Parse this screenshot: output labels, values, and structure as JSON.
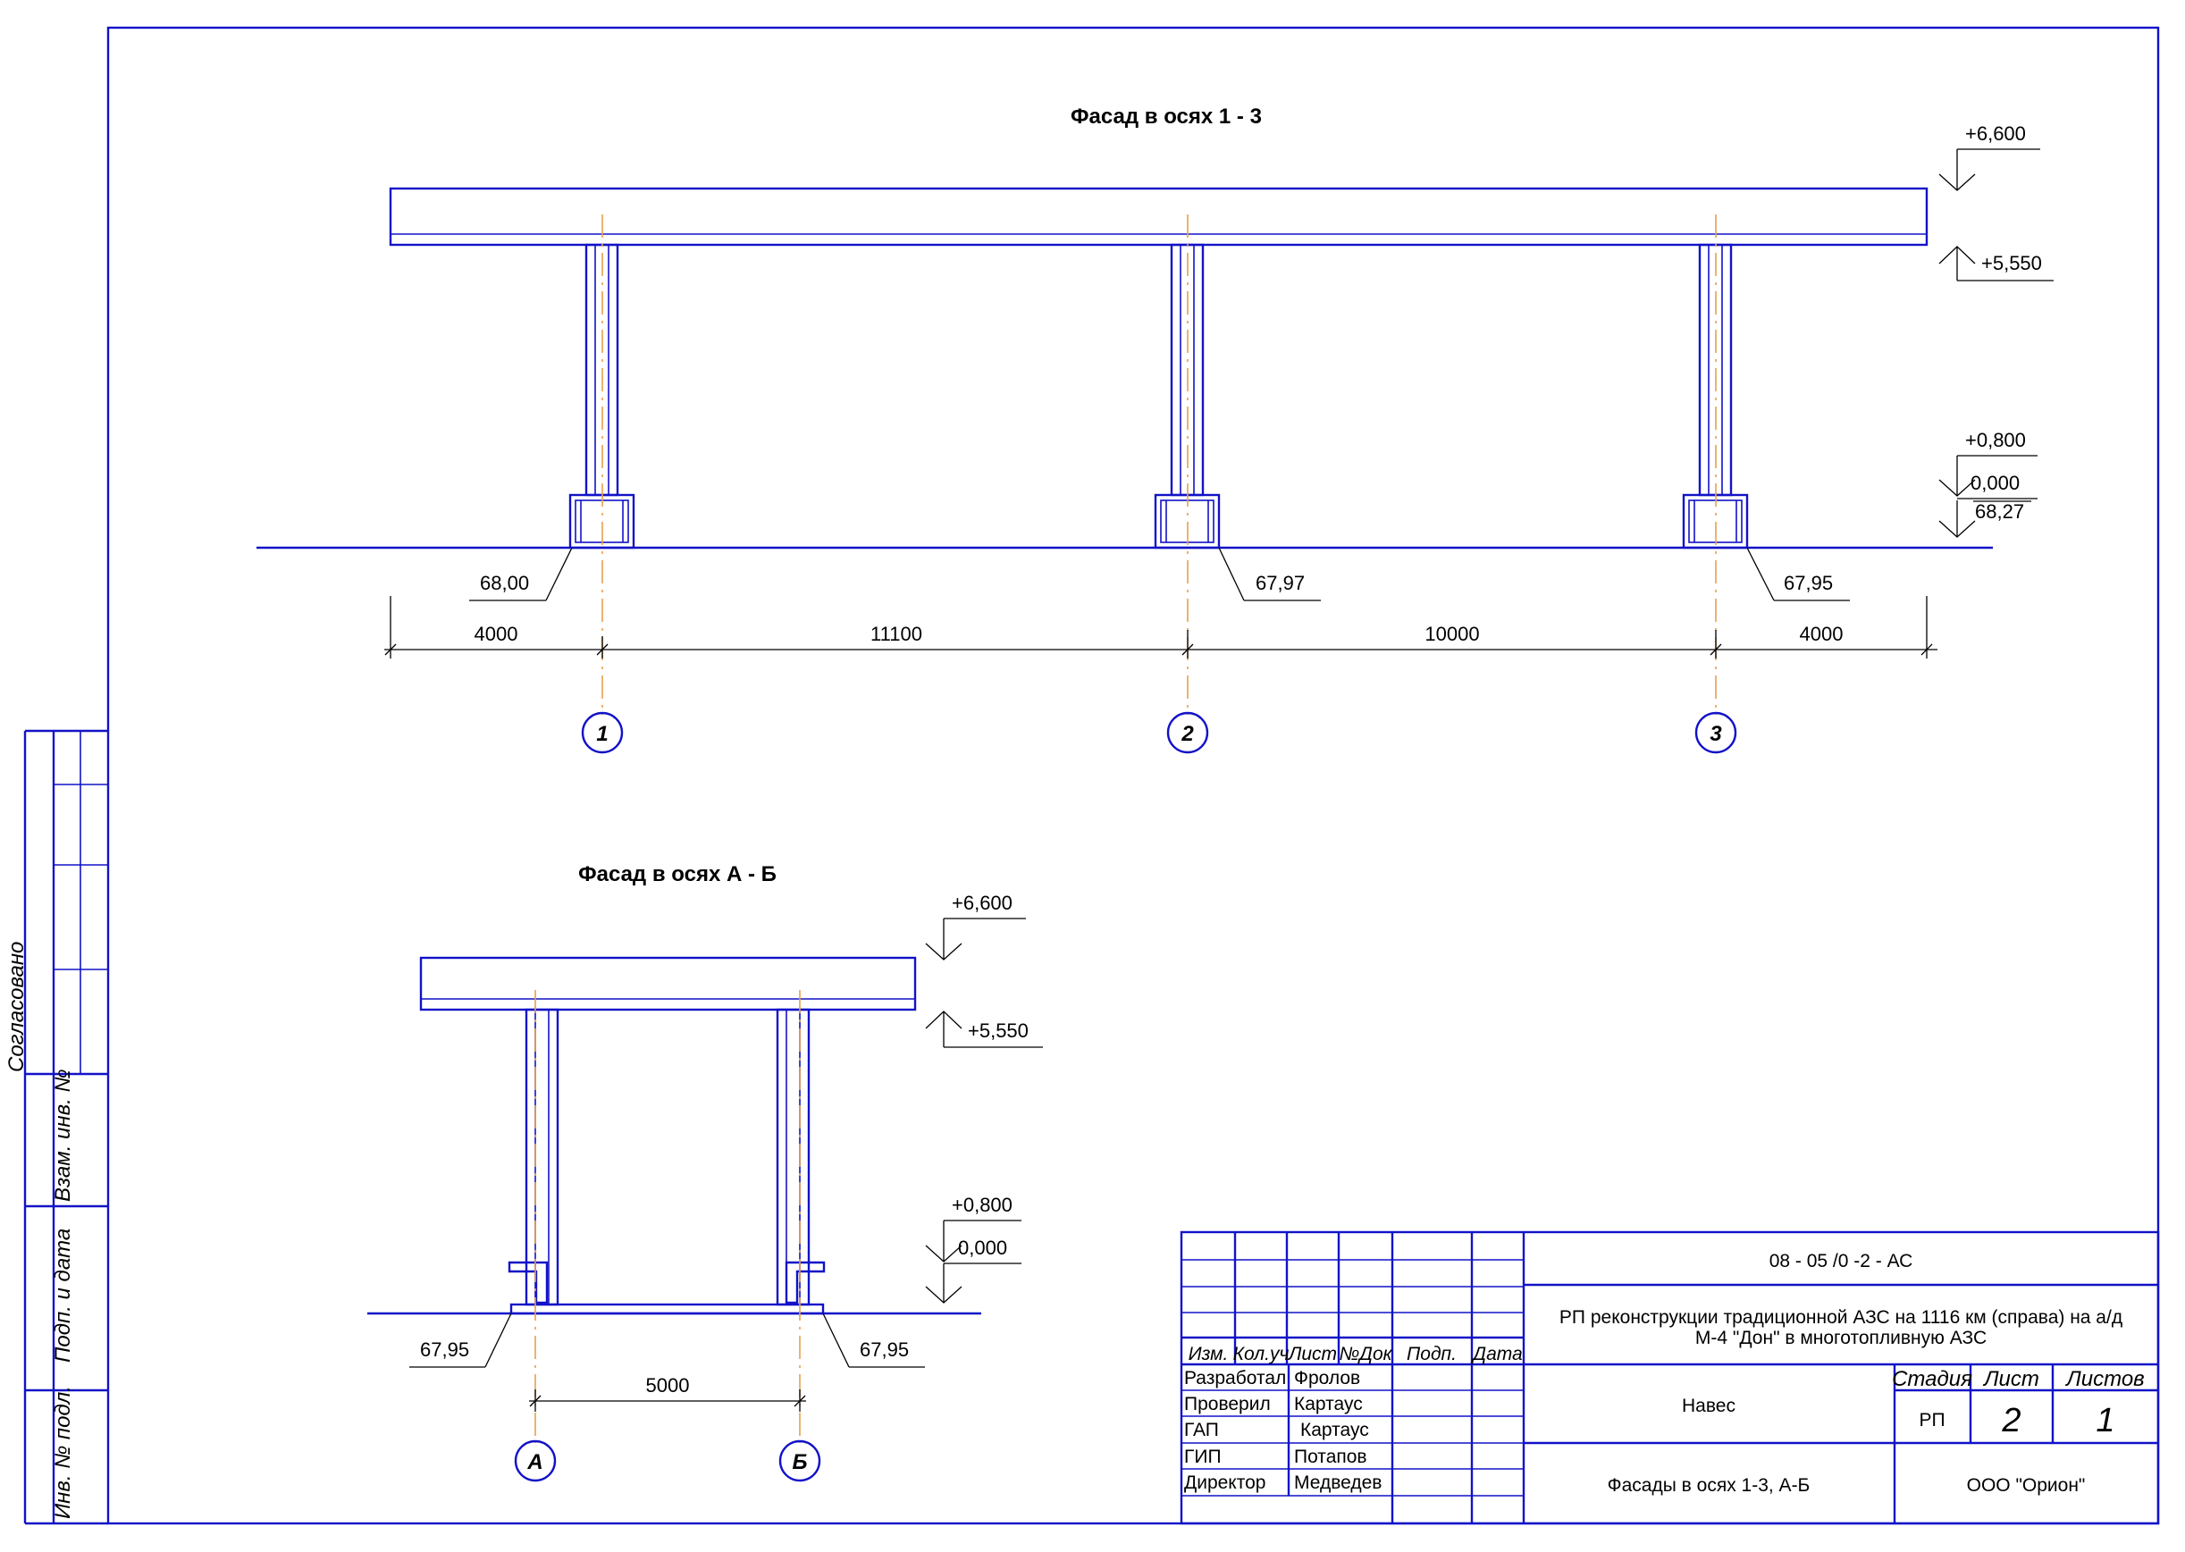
{
  "colors": {
    "lines": "#1212c8",
    "axis": "#e8a050",
    "text": "#000000"
  },
  "facade_1_3": {
    "title": "Фасад в осях 1 - 3",
    "levels": {
      "top": "+6,600",
      "bottom_slab": "+5,550",
      "base": "+0,800",
      "zero": "0,000",
      "ground": "68,27"
    },
    "spot_left": "68,00",
    "spot_mid": "67,97",
    "spot_right": "67,95",
    "dims": [
      "4000",
      "11100",
      "10000",
      "4000"
    ],
    "axes": [
      "1",
      "2",
      "3"
    ]
  },
  "facade_a_b": {
    "title": "Фасад в осях А - Б",
    "levels": {
      "top": "+6,600",
      "bottom_slab": "+5,550",
      "base": "+0,800",
      "zero": "0,000"
    },
    "spot_left": "67,95",
    "spot_right": "67,95",
    "dim": "5000",
    "axes": [
      "А",
      "Б"
    ]
  },
  "side_stamp": {
    "agreed": "Согласовано",
    "vzam": "Взам. инв. №",
    "podp": "Подп. и дата",
    "inv": "Инв. № подл."
  },
  "title_block": {
    "code": "08 - 05 /0 -2 - АС",
    "project_line1": "РП реконструкции традиционной АЗС на 1116 км (справа) на а/д",
    "project_line2": "М-4 \"Дон\" в многотопливную АЗС",
    "headers": [
      "Изм.",
      "Кол.уч",
      "Лист",
      "№Док",
      "Подп.",
      "Дата"
    ],
    "roles": [
      {
        "role": "Разработал",
        "name": "Фролов"
      },
      {
        "role": "Проверил",
        "name": "Картаус"
      },
      {
        "role": "ГАП",
        "name": "Картаус"
      },
      {
        "role": "ГИП",
        "name": "Потапов"
      },
      {
        "role": "Директор",
        "name": "Медведев"
      }
    ],
    "object_name": "Навес",
    "sheet_title": "Фасады в осях 1-3, А-Б",
    "stage_label": "Стадия",
    "sheet_label": "Лист",
    "sheets_label": "Листов",
    "stage": "РП",
    "sheet": "2",
    "sheets": "1",
    "company": "ООО \"Орион\""
  }
}
